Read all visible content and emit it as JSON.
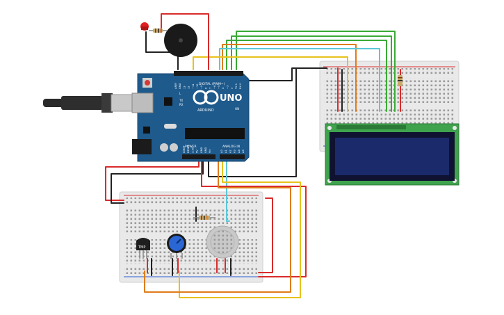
{
  "arduino": {
    "model": "UNO",
    "brand": "ARDUINO",
    "digital_label": "DIGITAL (PWM~)",
    "power_label": "POWER",
    "analog_label": "ANALOG IN",
    "tx_label": "TX",
    "rx_label": "RX",
    "l_label": "L",
    "on_label": "ON",
    "digital_pins": [
      "AREF",
      "GND",
      "13",
      "12",
      "~11",
      "~10",
      "~9",
      "8",
      "7",
      "~6",
      "~5",
      "4",
      "~3",
      "2",
      "TX 1",
      "RX 0"
    ],
    "power_pins": [
      "IOREF",
      "RESET",
      "3.3V",
      "5V",
      "GND",
      "GND",
      "Vin"
    ],
    "analog_pins": [
      "A0",
      "A1",
      "A2",
      "A3",
      "A4",
      "A5"
    ]
  },
  "sensors": {
    "temp_label": "TMP"
  },
  "colors": {
    "board": "#1e5a8c",
    "wire_red": "#d92b2b",
    "wire_black": "#222222",
    "wire_yellow": "#e8c21a",
    "wire_orange": "#e07c1a",
    "wire_green": "#3aaa35",
    "wire_cyan": "#5bc7d6",
    "lcd_pcb": "#3fa34d",
    "lcd_screen": "#1b2a6b"
  },
  "icons": [
    "usb-cable-icon",
    "buzzer-icon",
    "led-icon",
    "resistor-icon",
    "potentiometer-icon",
    "gas-sensor-icon",
    "temperature-sensor-icon",
    "lcd-icon"
  ]
}
